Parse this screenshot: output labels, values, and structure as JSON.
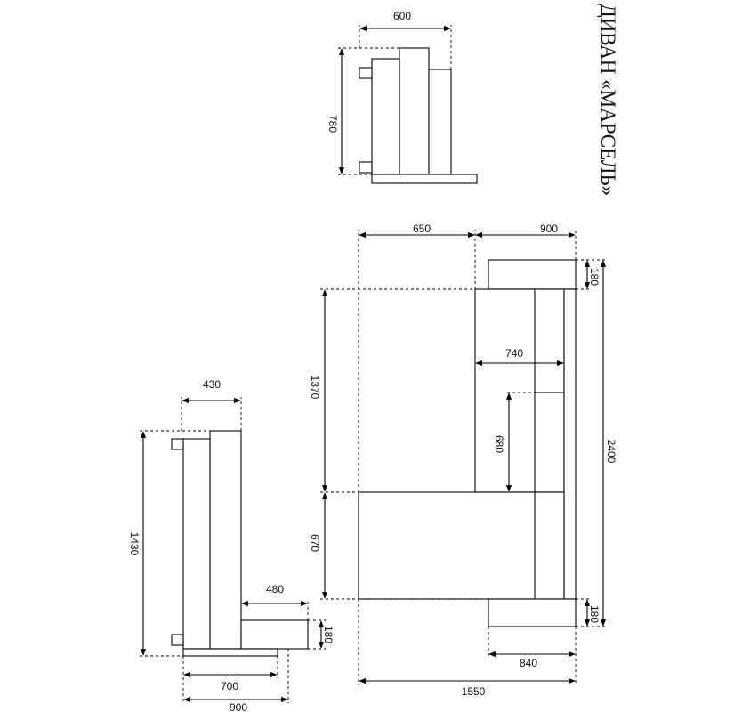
{
  "title": "ДИВАН «МАРСЕЛЬ»",
  "views": {
    "front": {
      "width": "600",
      "height": "780"
    },
    "side": {
      "depth_total": "430",
      "height": "1430",
      "ottoman_length": "480",
      "ottoman_height": "180",
      "base": "700",
      "overall": "900"
    },
    "top": {
      "top_left": "650",
      "top_right": "900",
      "seat_depth": "740",
      "cushion": "680",
      "long_side": "1370",
      "short_side": "670",
      "overall_length": "2400",
      "ottoman_top": "180",
      "ottoman_bottom": "180",
      "ottoman_width": "840",
      "overall_width": "1550"
    }
  }
}
